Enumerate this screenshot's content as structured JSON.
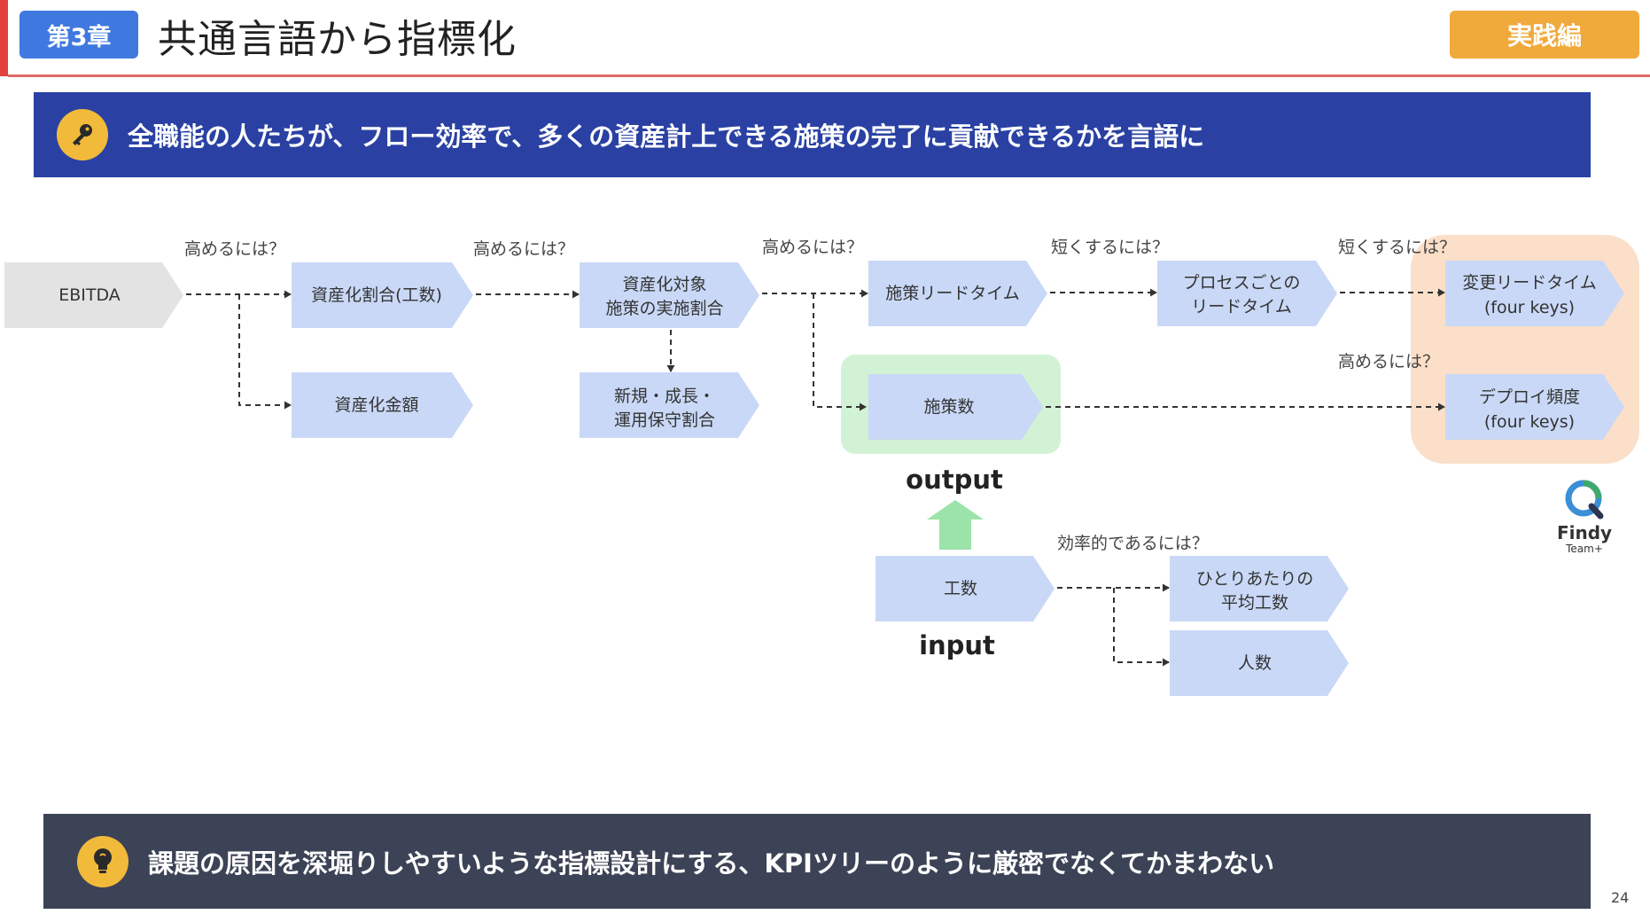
{
  "header": {
    "chapter_badge": "第3章",
    "title": "共通言語から指標化",
    "section_badge": "実践編"
  },
  "key_message": {
    "icon": "key-icon",
    "text": "全職能の人たちが、フロー効率で、多くの資産計上できる施策の完了に貢献できるかを言語に"
  },
  "diagram": {
    "nodes": {
      "ebitda": "EBITDA",
      "capex_ratio": "資産化割合(工数)",
      "capex_amount": "資産化金額",
      "target_ratio_l1": "資産化対象",
      "target_ratio_l2": "施策の実施割合",
      "growth_l1": "新規・成長・",
      "growth_l2": "運用保守割合",
      "lead_time": "施策リードタイム",
      "count": "施策数",
      "process_lt_l1": "プロセスごとの",
      "process_lt_l2": "リードタイム",
      "change_lt_l1": "変更リードタイム",
      "change_lt_l2": "(four keys)",
      "deploy_l1": "デプロイ頻度",
      "deploy_l2": "(four keys)",
      "effort": "工数",
      "avg_effort_l1": "ひとりあたりの",
      "avg_effort_l2": "平均工数",
      "headcount": "人数"
    },
    "questions": {
      "q1": "高めるには？",
      "q2": "高めるには？",
      "q3": "高めるには？",
      "q4": "短くするには？",
      "q5": "短くするには？",
      "q6": "高めるには？",
      "q7": "効率的であるには？"
    },
    "output_label": "output",
    "input_label": "input",
    "colors": {
      "node_fill": "#c9d8f6",
      "root_fill": "#e3e3e3",
      "output_highlight": "#d2f2d5",
      "four_keys_highlight": "#fbdfc8",
      "arrow_up": "#9be3a9"
    }
  },
  "logo": {
    "name": "Findy",
    "sub": "Team+",
    "icon": "findy-logo-icon"
  },
  "tip": {
    "icon": "lightbulb-icon",
    "text": "課題の原因を深堀りしやすいような指標設計にする、KPIツリーのように厳密でなくてかまわない"
  },
  "page_number": "24"
}
